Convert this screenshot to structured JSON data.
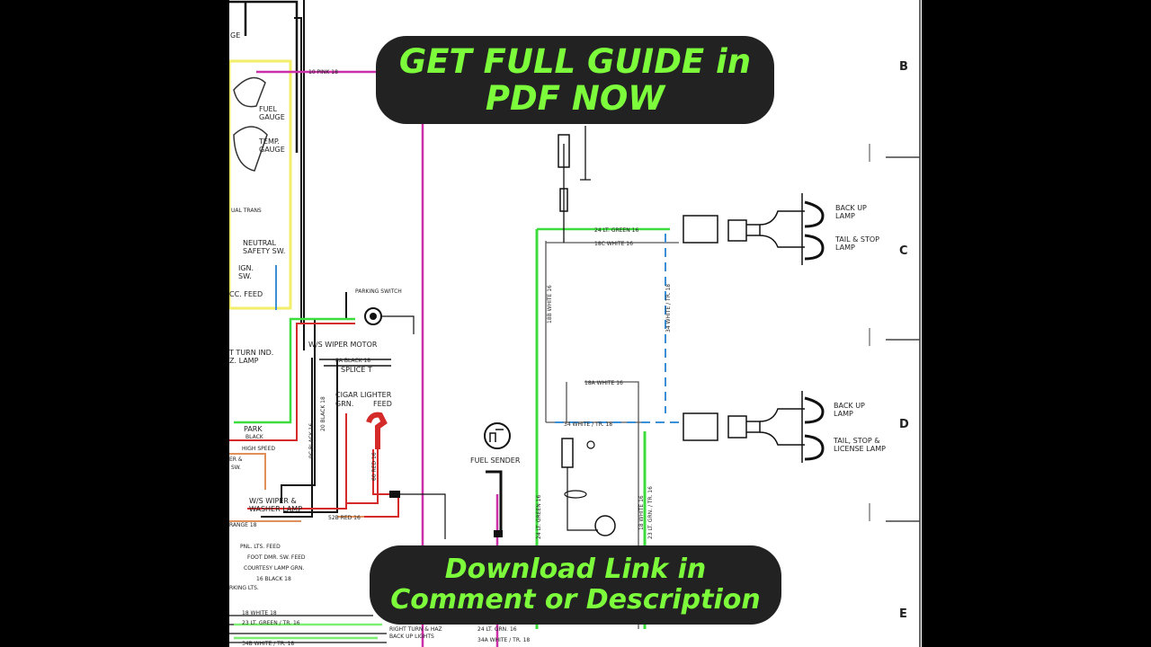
{
  "banners": {
    "top": {
      "line1": "GET FULL GUIDE in",
      "line2": "PDF NOW"
    },
    "bottom": {
      "line1": "Download Link in",
      "line2": "Comment or Description"
    }
  },
  "colors": {
    "background": "#000000",
    "paper": "#ffffff",
    "banner_bg": "#222222",
    "banner_text": "#7CFC3A",
    "wire_green": "#3ddc3d",
    "wire_magenta": "#cc2fa8",
    "wire_red": "#d42a2a",
    "wire_blue": "#3a8fd6",
    "wire_yellow": "#f3ee6a",
    "wire_black": "#111111"
  },
  "grid_letters": [
    "B",
    "C",
    "D",
    "E"
  ],
  "labels": {
    "ge": "GE",
    "pink": "10 PINK 18",
    "fuel_gauge_1": "FUEL",
    "fuel_gauge_2": "GAUGE",
    "temp_gauge_1": "TEMP.",
    "temp_gauge_2": "GAUGE",
    "ual_trans": "UAL TRANS",
    "neutral_1": "NEUTRAL",
    "neutral_2": "SAFETY SW.",
    "ign_1": "IGN.",
    "ign_2": "SW.",
    "cc_feed": "CC. FEED",
    "turn_1": "T TURN IND.",
    "turn_2": "Z. LAMP",
    "parking_switch": "PARKING SWITCH",
    "wiper_motor": "W/S WIPER MOTOR",
    "black_8a": "8A BLACK 18",
    "splice_t": "SPLICE T",
    "black_20": "20 BLACK 18",
    "black_9c": "9C BLACK 16",
    "cigar_1": "CIGAR LIGHTER",
    "cigar_2": "GRN.",
    "feed": "FEED",
    "park": "PARK",
    "black": "BLACK",
    "high_speed": "HIGH SPEED",
    "er": "ER &",
    "sw": "SW.",
    "washer_1": "W/S WIPER &",
    "washer_2": "WASHER LAMP",
    "red_60": "60 RED 16",
    "red_52b": "52B RED 16",
    "range": "RANGE 18",
    "pnl": "PNL. LTS. FEED",
    "foot": "FOOT DMR. SW. FEED",
    "courtesy": "COURTESY LAMP GRN.",
    "king": "RKING LTS.",
    "black_16": "16 BLACK 18",
    "white_18": "18 WHITE 18",
    "green_23": "23 LT. GREEN / TR. 16",
    "white_34b": "34B WHITE / TR. 18",
    "right_turn": "RIGHT TURN & HAZ",
    "back_up": "BACK UP LIGHTS",
    "green_24_bot": "24 LT. GRN. 16",
    "white_34a": "34A WHITE / TR. 18",
    "fuel_sender": "FUEL SENDER",
    "green_24_top": "24 LT. GREEN 16",
    "white_18c": "18C WHITE 16",
    "white_18b": "18B WHITE 16",
    "white_34_v": "34 WHITE / TR. 18",
    "white_18a": "18A WHITE 16",
    "white_34": "34 WHITE / TR. 18",
    "green_24_v": "24 LT. GREEN 16",
    "white_18_v": "18 WHITE 16",
    "green_23_v": "23 LT. GRN. / TR. 16",
    "backup_c1": "BACK UP",
    "backup_c2": "LAMP",
    "tail_c1": "TAIL & STOP",
    "tail_c2": "LAMP",
    "backup_d1": "BACK UP",
    "backup_d2": "LAMP",
    "tail_d1": "TAIL, STOP &",
    "tail_d2": "LICENSE LAMP"
  }
}
